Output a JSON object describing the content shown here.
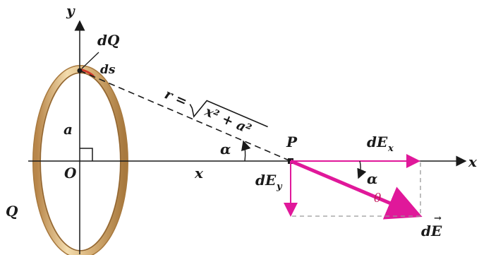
{
  "labels": {
    "y_axis": "y",
    "x_axis_end": "x",
    "x_distance": "x",
    "origin": "O",
    "ring_charge": "Q",
    "radius": "a",
    "charge_element": "dQ",
    "arc_element": "ds",
    "point": "P",
    "distance_r": "r = ",
    "alpha_left": "α",
    "alpha_right": "α",
    "theta": "θ",
    "dEx_main": "dE",
    "dEx_sub": "x",
    "dEy_main": "dE",
    "dEy_sub": "y",
    "dE_main": "dE",
    "dE_vec": "→"
  },
  "formula": {
    "r_prefix": "r = ",
    "radicand": "x² + a²"
  },
  "colors": {
    "axes": "#1a1a1a",
    "vectors": "#e0189a",
    "ring_outer": "#c8a060",
    "ring_mid": "#f2d9a8",
    "ring_inner": "#b08040",
    "dashed": "#1a1a1a",
    "theta": "#c2185b"
  }
}
